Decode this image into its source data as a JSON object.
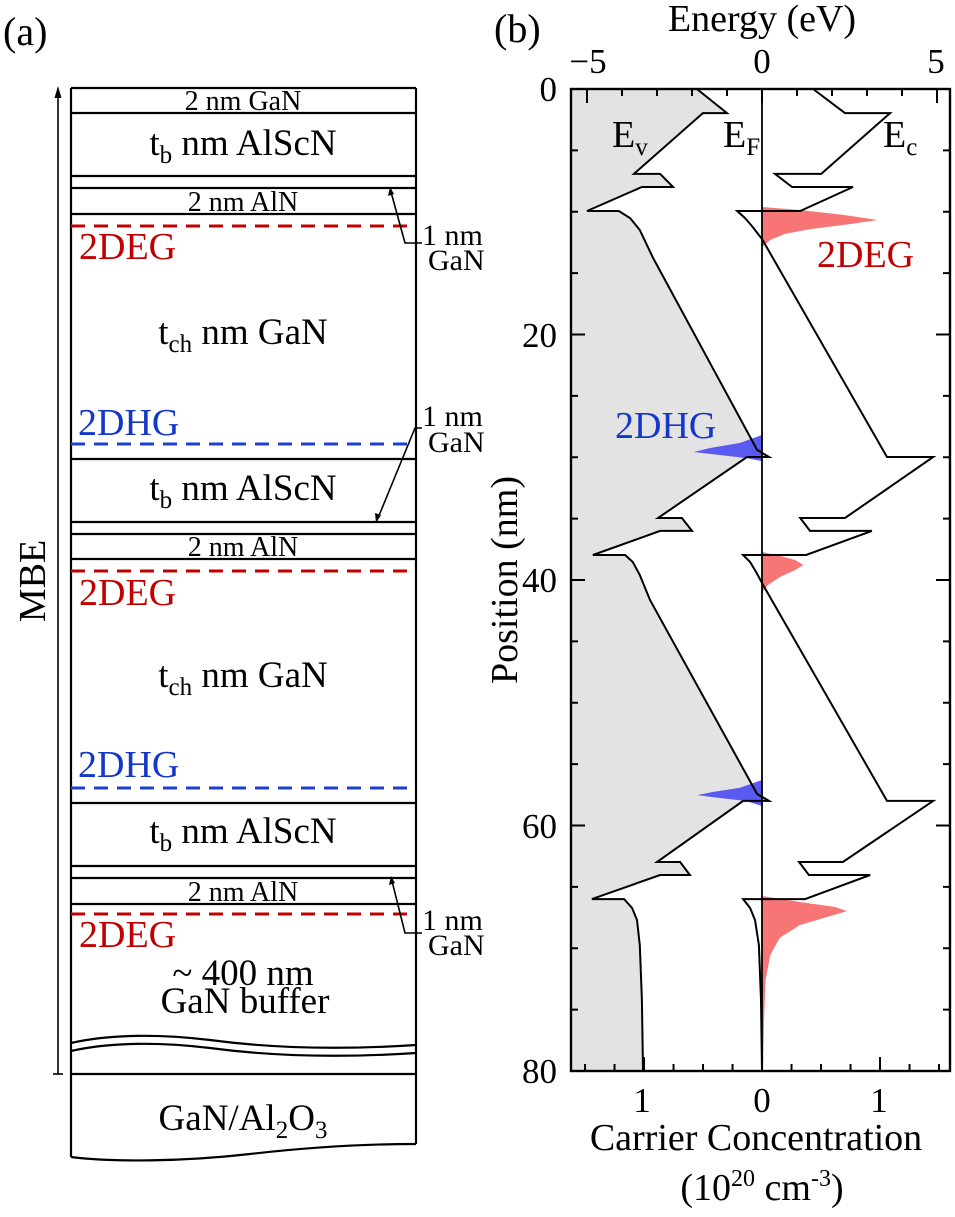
{
  "panel_a": {
    "label": "(a)",
    "growth_label": "MBE",
    "layers": [
      {
        "text": "2 nm GaN"
      },
      {
        "main": "t",
        "sub": "b",
        "rest": " nm AlScN"
      },
      {
        "text": "2 nm AlN"
      },
      {
        "main": "t",
        "sub": "ch",
        "rest": " nm GaN"
      },
      {
        "main": "t",
        "sub": "b",
        "rest": " nm AlScN"
      },
      {
        "text": "2 nm AlN"
      },
      {
        "main": "t",
        "sub": "ch",
        "rest": " nm GaN"
      },
      {
        "main": "t",
        "sub": "b",
        "rest": " nm AlScN"
      },
      {
        "text": "2 nm AlN"
      }
    ],
    "gas_labels": [
      "2DEG",
      "2DHG",
      "2DEG",
      "2DHG",
      "2DEG"
    ],
    "annotations": [
      {
        "line1": "1 nm",
        "line2": "GaN"
      },
      {
        "line1": "1 nm",
        "line2": "GaN"
      },
      {
        "line1": "1 nm",
        "line2": "GaN"
      }
    ],
    "buffer": {
      "line1": "~ 400 nm",
      "line2": "GaN buffer"
    },
    "substrate": {
      "p1": "GaN/Al",
      "s1": "2",
      "p2": "O",
      "s2": "3"
    }
  },
  "colors": {
    "electron_gas": "#c00000",
    "hole_gas": "#1437c8",
    "electron_fill": "#f87575",
    "hole_fill": "#5a5af0",
    "valence_fill": "#e3e3e3",
    "band_line": "#000000"
  },
  "chart_data": {
    "type": "line",
    "title": "",
    "panel_label": "(b)",
    "xlabel_top": "Energy (eV)",
    "xlabel_bottom": {
      "line1": "Carrier Concentration",
      "l2a": "(10",
      "l2sup1": "20",
      "l2b": " cm",
      "l2sup2": "-3",
      "l2c": ")"
    },
    "ylabel": "Position (nm)",
    "xlim": [
      -5.457,
      5.371
    ],
    "x2lim": [
      -1.619,
      1.593
    ],
    "ylim": [
      0,
      80
    ],
    "y_inverted": true,
    "grid": false,
    "top_ticks": {
      "values": [
        -5,
        0,
        5
      ],
      "labels": [
        "−5",
        "0",
        "5"
      ],
      "minor_step": 1
    },
    "bottom_ticks": {
      "values": [
        -1,
        0,
        1
      ],
      "labels": [
        "1",
        "0",
        "1"
      ],
      "minor_step": 0.25,
      "range": [
        -1.5,
        1.5
      ]
    },
    "left_ticks": {
      "values": [
        0,
        20,
        40,
        60,
        80
      ],
      "labels": [
        "0",
        "20",
        "40",
        "60",
        "80"
      ],
      "minor_step": 5
    },
    "band_labels": {
      "ev": {
        "main": "E",
        "sub": "v"
      },
      "ef": {
        "main": "E",
        "sub": "F"
      },
      "ec": {
        "main": "E",
        "sub": "c"
      },
      "deg": "2DEG",
      "dhg": "2DHG"
    },
    "series": [
      {
        "name": "E_v",
        "axis": "energy",
        "points": [
          [
            0,
            -1.86
          ],
          [
            1.96,
            -1.0
          ],
          [
            1.96,
            -1.69
          ],
          [
            6.92,
            -3.66
          ],
          [
            6.92,
            -2.91
          ],
          [
            7.98,
            -2.54
          ],
          [
            7.98,
            -3.43
          ],
          [
            9.94,
            -5.0
          ],
          [
            9.94,
            -4.09
          ],
          [
            10.51,
            -3.77
          ],
          [
            11.49,
            -3.49
          ],
          [
            13.77,
            -3.11
          ],
          [
            29.4,
            -0.14
          ],
          [
            29.98,
            0.2
          ],
          [
            29.98,
            -0.43
          ],
          [
            34.95,
            -2.97
          ],
          [
            34.95,
            -2.29
          ],
          [
            36.0,
            -2.0
          ],
          [
            36.0,
            -2.91
          ],
          [
            37.96,
            -4.83
          ],
          [
            37.96,
            -3.91
          ],
          [
            38.53,
            -3.69
          ],
          [
            39.59,
            -3.49
          ],
          [
            41.63,
            -3.2
          ],
          [
            57.43,
            -0.14
          ],
          [
            58.0,
            0.2
          ],
          [
            58.0,
            -0.54
          ],
          [
            62.97,
            -3.0
          ],
          [
            62.97,
            -2.34
          ],
          [
            64.03,
            -2.06
          ],
          [
            64.03,
            -2.91
          ],
          [
            66.0,
            -4.86
          ],
          [
            66.0,
            -3.94
          ],
          [
            66.72,
            -3.71
          ],
          [
            67.7,
            -3.57
          ],
          [
            69.74,
            -3.49
          ],
          [
            74.21,
            -3.43
          ],
          [
            80,
            -3.4
          ]
        ]
      },
      {
        "name": "E_c",
        "axis": "energy",
        "points": [
          [
            0,
            1.46
          ],
          [
            1.96,
            2.37
          ],
          [
            1.96,
            3.66
          ],
          [
            6.92,
            1.69
          ],
          [
            6.92,
            0.37
          ],
          [
            7.98,
            0.86
          ],
          [
            7.98,
            2.6
          ],
          [
            9.94,
            1.09
          ],
          [
            9.94,
            -0.71
          ],
          [
            10.51,
            -0.49
          ],
          [
            11.16,
            -0.29
          ],
          [
            12.22,
            0
          ],
          [
            29.98,
            3.57
          ],
          [
            29.98,
            4.89
          ],
          [
            34.95,
            2.37
          ],
          [
            34.95,
            1.09
          ],
          [
            36.0,
            1.37
          ],
          [
            36.0,
            3.14
          ],
          [
            37.96,
            1.26
          ],
          [
            37.96,
            -0.54
          ],
          [
            38.53,
            -0.34
          ],
          [
            39.35,
            -0.17
          ],
          [
            40.41,
            0.03
          ],
          [
            58.0,
            3.57
          ],
          [
            58.0,
            4.89
          ],
          [
            62.97,
            2.31
          ],
          [
            62.97,
            1.06
          ],
          [
            64.03,
            1.34
          ],
          [
            64.03,
            3.09
          ],
          [
            66.0,
            1.23
          ],
          [
            66.0,
            -0.54
          ],
          [
            66.72,
            -0.34
          ],
          [
            67.7,
            -0.2
          ],
          [
            69.74,
            -0.09
          ],
          [
            74.21,
            -0.03
          ],
          [
            80,
            0
          ]
        ]
      },
      {
        "name": "E_F",
        "axis": "energy",
        "points": [
          [
            0,
            0
          ],
          [
            80,
            0
          ]
        ]
      }
    ],
    "carrier_profiles": [
      {
        "name": "2DEG-1",
        "type": "electron",
        "sign": 1,
        "peak_nm": 10.6,
        "peak_1e20": 0.98,
        "points": [
          [
            9.61,
            0
          ],
          [
            9.86,
            0.32
          ],
          [
            10.26,
            0.69
          ],
          [
            10.67,
            0.98
          ],
          [
            11.0,
            0.75
          ],
          [
            11.41,
            0.41
          ],
          [
            11.81,
            0.19
          ],
          [
            12.3,
            0.07
          ],
          [
            12.71,
            0.02
          ],
          [
            12.95,
            0
          ]
        ]
      },
      {
        "name": "2DHG-1",
        "type": "hole",
        "sign": -1,
        "peak_nm": 29.6,
        "peak_1e20": 0.58,
        "points": [
          [
            28.19,
            0
          ],
          [
            28.84,
            0.19
          ],
          [
            29.25,
            0.44
          ],
          [
            29.57,
            0.58
          ],
          [
            29.82,
            0.36
          ],
          [
            30.06,
            0.14
          ],
          [
            30.31,
            0
          ]
        ]
      },
      {
        "name": "2DEG-2",
        "type": "electron",
        "sign": 1,
        "peak_nm": 38.8,
        "peak_1e20": 0.35,
        "points": [
          [
            37.72,
            0
          ],
          [
            38.04,
            0.15
          ],
          [
            38.37,
            0.28
          ],
          [
            38.78,
            0.35
          ],
          [
            39.19,
            0.28
          ],
          [
            39.76,
            0.15
          ],
          [
            40.41,
            0.05
          ],
          [
            41.06,
            0
          ]
        ]
      },
      {
        "name": "2DHG-2",
        "type": "hole",
        "sign": -1,
        "peak_nm": 57.5,
        "peak_1e20": 0.55,
        "points": [
          [
            56.29,
            0
          ],
          [
            56.94,
            0.19
          ],
          [
            57.27,
            0.42
          ],
          [
            57.52,
            0.55
          ],
          [
            57.76,
            0.36
          ],
          [
            58.0,
            0.14
          ],
          [
            58.41,
            0
          ]
        ]
      },
      {
        "name": "2DEG-3",
        "type": "electron",
        "sign": 1,
        "peak_nm": 67.0,
        "peak_1e20": 0.72,
        "points": [
          [
            65.74,
            0
          ],
          [
            66.23,
            0.32
          ],
          [
            66.64,
            0.62
          ],
          [
            66.97,
            0.72
          ],
          [
            67.37,
            0.58
          ],
          [
            68.11,
            0.32
          ],
          [
            69.16,
            0.15
          ],
          [
            70.55,
            0.07
          ],
          [
            72.59,
            0.03
          ],
          [
            75.85,
            0.017
          ],
          [
            80,
            0.008
          ],
          [
            80,
            0
          ]
        ]
      }
    ]
  }
}
